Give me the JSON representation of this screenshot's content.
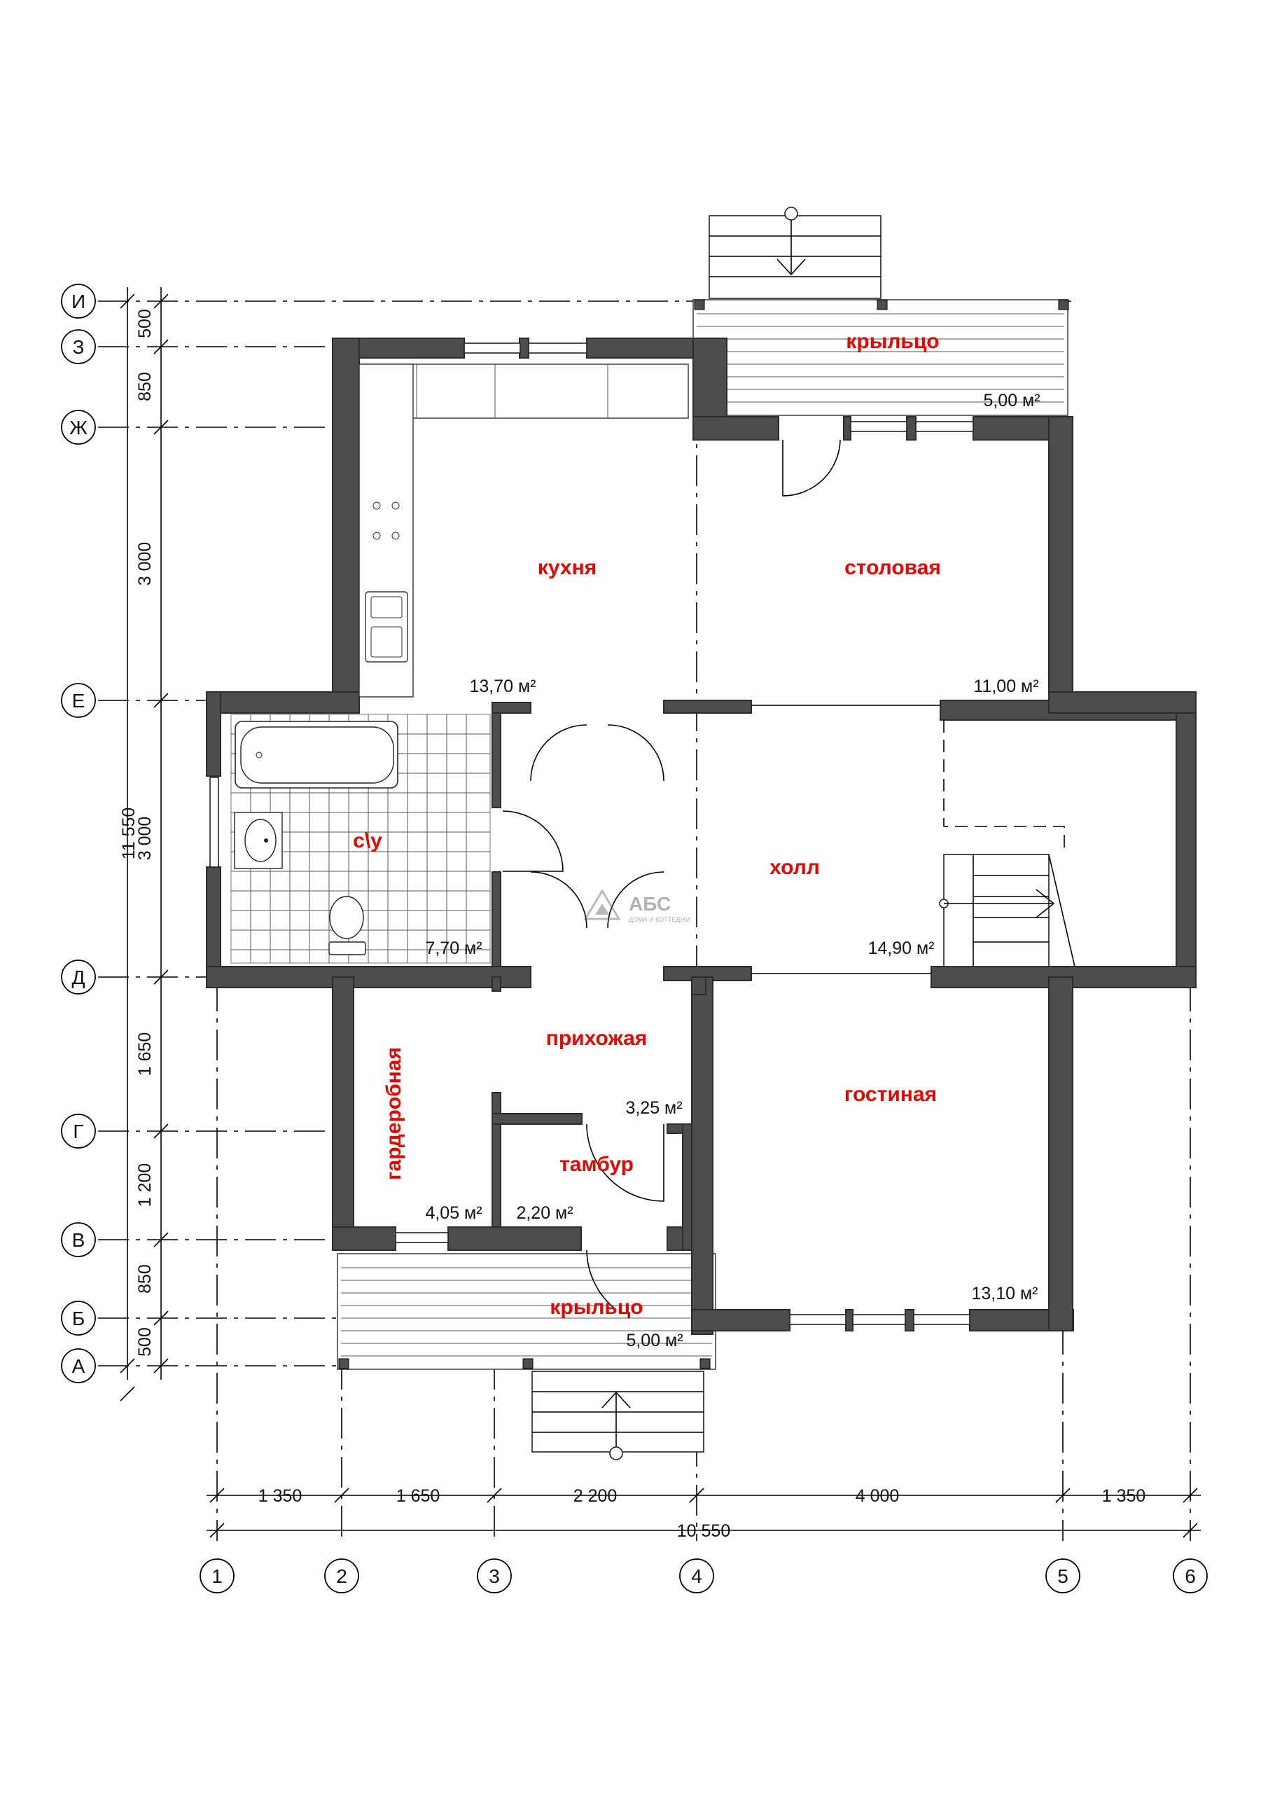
{
  "rooms": {
    "kitchen": {
      "name": "кухня",
      "area": "13,70 м²"
    },
    "dining": {
      "name": "столовая",
      "area": "11,00 м²"
    },
    "bathroom": {
      "name": "с\\у",
      "area": "7,70 м²"
    },
    "hall": {
      "name": "холл",
      "area": "14,90 м²"
    },
    "entrance": {
      "name": "прихожая",
      "area": "3,25 м²"
    },
    "wardrobe": {
      "name": "гардеробная",
      "area": "4,05 м²"
    },
    "vestibule": {
      "name": "тамбур",
      "area": "2,20 м²"
    },
    "living": {
      "name": "гостиная",
      "area": "13,10 м²"
    },
    "porch_top": {
      "name": "крыльцо",
      "area": "5,00 м²"
    },
    "porch_bottom": {
      "name": "крыльцо",
      "area": "5,00 м²"
    }
  },
  "row_axes": [
    "И",
    "З",
    "Ж",
    "Е",
    "Д",
    "Г",
    "В",
    "Б",
    "А"
  ],
  "row_dims": [
    "500",
    "850",
    "3 000",
    "3 000",
    "1 650",
    "1 200",
    "850",
    "500"
  ],
  "row_total": "11 550",
  "col_axes": [
    "1",
    "2",
    "3",
    "4",
    "5",
    "6"
  ],
  "col_dims": [
    "1 350",
    "1 650",
    "2 200",
    "4 000",
    "1 350"
  ],
  "col_total": "10 550",
  "logo": {
    "brand": "АБС",
    "tagline": "ДОМА И КОТТЕДЖИ"
  }
}
